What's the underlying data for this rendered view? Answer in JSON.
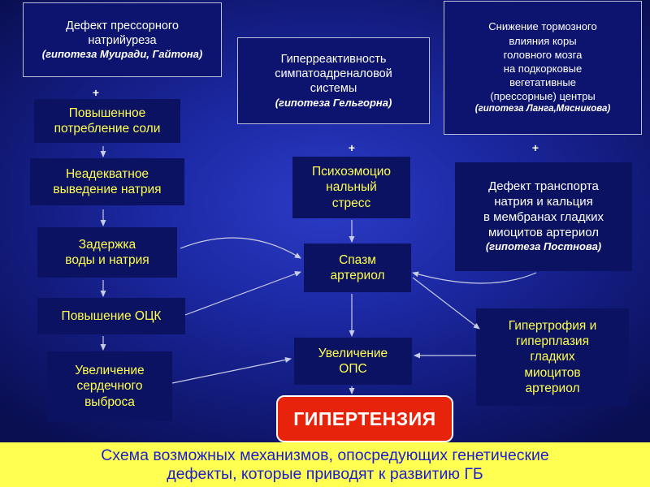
{
  "boxes": {
    "pressor_natriuresis": {
      "line1": "Дефект прессорного",
      "line2": "натрийуреза",
      "hyp": "(гипотеза Муиради, Гайтона)"
    },
    "sympathoadrenal": {
      "line1": "Гиперреактивность",
      "line2": "симпатоадреналовой",
      "line3": "системы",
      "hyp": "(гипотеза Гельгорна)"
    },
    "cortex_inhibition": {
      "line1": "Снижение тормозного",
      "line2": "влияния коры",
      "line3": "головного мозга",
      "line4": "на подкорковые",
      "line5": "вегетативные",
      "line6": "(прессорные) центры",
      "hyp": "(гипотеза Ланга,Мясникова)"
    },
    "salt_intake": {
      "line1": "Повышенное",
      "line2": "потребление соли"
    },
    "sodium_excretion": {
      "line1": "Неадекватное",
      "line2": "выведение натрия"
    },
    "water_retention": {
      "line1": "Задержка",
      "line2": "воды и натрия"
    },
    "ocv_increase": {
      "line1": "Повышение ОЦК"
    },
    "cardiac_output": {
      "line1": "Увеличение",
      "line2": "сердечного",
      "line3": "выброса"
    },
    "psycho_stress": {
      "line1": "Психоэмоцио",
      "line2": "нальный",
      "line3": "стресс"
    },
    "arteriole_spasm": {
      "line1": "Спазм",
      "line2": "артериол"
    },
    "ops_increase": {
      "line1": "Увеличение",
      "line2": "ОПС"
    },
    "transport_defect": {
      "line1": "Дефект транспорта",
      "line2": "натрия и кальция",
      "line3": "в мембранах гладких",
      "line4": "миоцитов артериол",
      "hyp": "(гипотеза Постнова)"
    },
    "hypertrophy": {
      "line1": "Гипертрофия и",
      "line2": "гиперплазия",
      "line3": "гладких",
      "line4": "миоцитов",
      "line5": "артериол"
    }
  },
  "plus_sign": "+",
  "hypertension": "ГИПЕРТЕНЗИЯ",
  "caption": {
    "line1": "Схема возможных механизмов, опосредующих генетические",
    "line2": "дефекты, которые приводят к развитию ГБ"
  },
  "colors": {
    "background": "#1d2aa6",
    "highlight_text": "#ffff4d",
    "hypertension_fill": "#e8230c",
    "caption_fill": "#ffff52",
    "caption_text": "#1c1fd0"
  }
}
